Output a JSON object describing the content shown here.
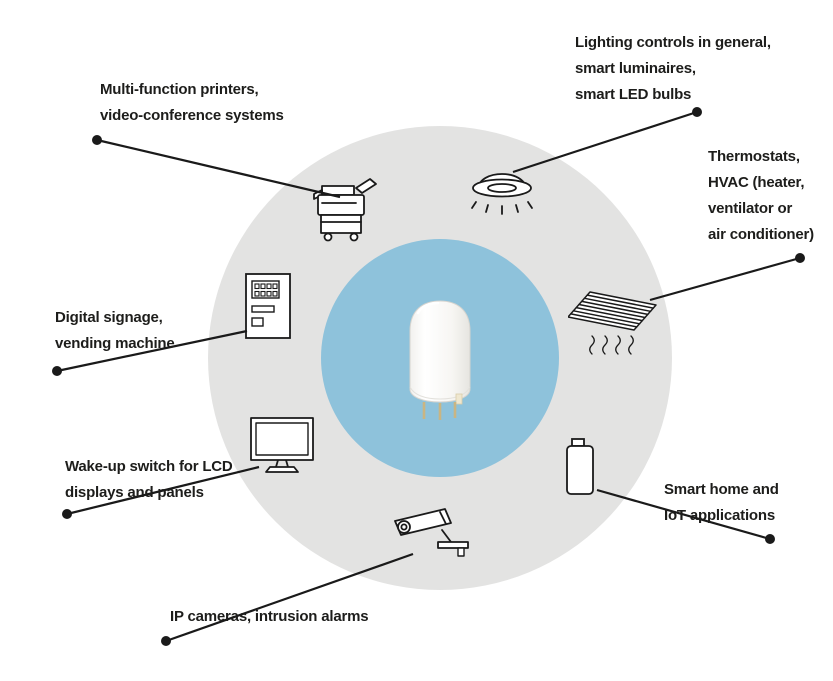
{
  "diagram": {
    "description": "Applications of a PIR motion sensor",
    "background_color": "#ffffff",
    "outer_circle_color": "#e3e3e2",
    "inner_circle_color": "#8ec2db",
    "text_color": "#1d1d1b",
    "connector_color": "#1a1a1a",
    "center": {
      "icon": "pir-sensor-icon",
      "name": "PIR motion sensor"
    },
    "applications": [
      {
        "id": "printers",
        "icon": "printer-icon",
        "label": "Multi-function printers,\nvideo-conference systems"
      },
      {
        "id": "lighting",
        "icon": "ceiling-light-icon",
        "label": "Lighting controls in general,\nsmart luminaires,\nsmart LED bulbs"
      },
      {
        "id": "hvac",
        "icon": "heater-vent-icon",
        "label": "Thermostats,\nHVAC (heater,\nventilator or\nair conditioner)"
      },
      {
        "id": "signage",
        "icon": "vending-machine-icon",
        "label": "Digital signage,\nvending machine"
      },
      {
        "id": "lcd",
        "icon": "lcd-monitor-icon",
        "label": "Wake-up switch for LCD\ndisplays and panels"
      },
      {
        "id": "cameras",
        "icon": "cctv-camera-icon",
        "label": "IP cameras, intrusion alarms"
      },
      {
        "id": "iot",
        "icon": "smart-device-icon",
        "label": "Smart home and\nIoT applications"
      }
    ]
  }
}
